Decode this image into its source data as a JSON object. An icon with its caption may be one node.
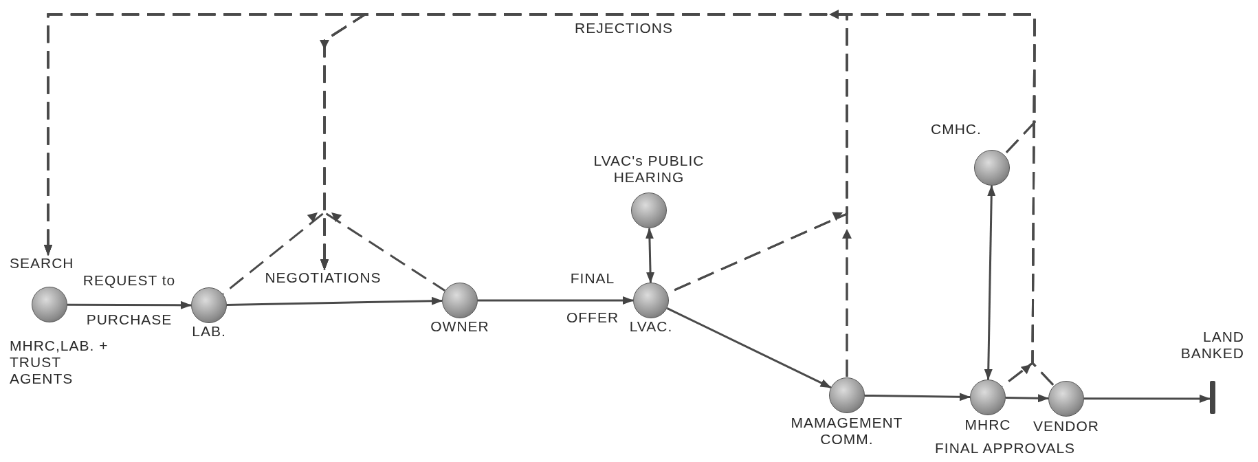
{
  "diagram": {
    "nodes": [
      {
        "text": [
          "SEARCH"
        ],
        "beside": [
          "MHRC,LAB. + TRUST AGENTS"
        ]
      },
      {
        "text": [
          "LAB."
        ]
      },
      {
        "text": [
          "OWNER"
        ]
      },
      {
        "text": [
          "LVAC."
        ]
      },
      {
        "text": [
          "LVAC's PUBLIC HEARING"
        ]
      },
      {
        "text": [
          "MAMAGEMENT COMM."
        ]
      },
      {
        "text": [
          "MHRC"
        ]
      },
      {
        "text": [
          "CMHC."
        ]
      },
      {
        "text": [
          "VENDOR"
        ]
      },
      {
        "text": [
          "LAND BANKED"
        ]
      },
      {
        "text": [
          "NEGOTIATIONS"
        ]
      }
    ],
    "edges": [
      {
        "from": 0,
        "to": 1,
        "arrow": "to",
        "label": "REQUEST to PURCHASE"
      },
      {
        "from": 1,
        "to": 2,
        "arrow": "to"
      },
      {
        "from": 2,
        "to": 3,
        "arrow": "to",
        "label": "FINAL OFFER"
      },
      {
        "from": 3,
        "to": 4,
        "arrow": "both"
      },
      {
        "from": 3,
        "to": 5,
        "arrow": "to"
      },
      {
        "from": 5,
        "to": 6,
        "arrow": "to"
      },
      {
        "from": 6,
        "to": 8,
        "arrow": "to"
      },
      {
        "from": 8,
        "to": 9,
        "arrow": "to"
      },
      {
        "from": 6,
        "to": 7,
        "arrow": "both"
      },
      {
        "from": 1,
        "to": 10,
        "arrow": "to",
        "style": "dashed"
      },
      {
        "from": 2,
        "to": 10,
        "arrow": "to",
        "style": "dashed"
      },
      {
        "from": 5,
        "to": 0,
        "arrow": "to",
        "style": "dashed"
      },
      {
        "from": 5,
        "to": 10,
        "arrow": "to",
        "style": "dashed"
      },
      {
        "from": 3,
        "to": 0,
        "arrow": "to",
        "style": "dashed"
      },
      {
        "from": 3,
        "to": 10,
        "arrow": "to",
        "style": "dashed"
      },
      {
        "from": 6,
        "to": 0,
        "arrow": "to",
        "style": "dashed"
      },
      {
        "from": 6,
        "to": 10,
        "arrow": "to",
        "style": "dashed"
      },
      {
        "from": 8,
        "to": 0,
        "arrow": "to",
        "style": "dashed"
      },
      {
        "from": 8,
        "to": 10,
        "arrow": "to",
        "style": "dashed"
      },
      {
        "from": 7,
        "to": 0,
        "arrow": "to",
        "style": "dashed"
      },
      {
        "from": 7,
        "to": 10,
        "arrow": "to",
        "style": "dashed"
      }
    ],
    "labels": [
      "REJECTIONS",
      "FINAL APPROVALS"
    ]
  }
}
